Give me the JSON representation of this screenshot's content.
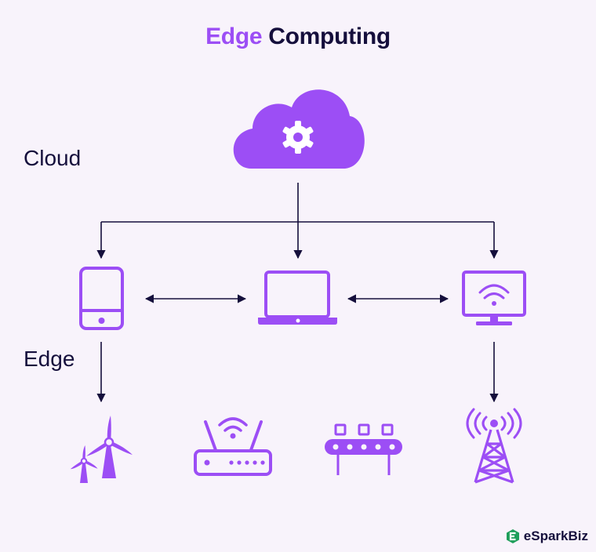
{
  "title": {
    "accent": "Edge",
    "rest": " Computing"
  },
  "labels": {
    "cloud": "Cloud",
    "edge": "Edge"
  },
  "brand": {
    "name": "eSparkBiz"
  },
  "colors": {
    "accent": "#9c4ef5",
    "dark": "#150f3c",
    "background": "#f8f3fb",
    "brand_green": "#1e9e5a"
  },
  "icons": {
    "cloud": "cloud-gear-icon",
    "edge_devices": [
      "tablet-icon",
      "laptop-icon",
      "monitor-wifi-icon"
    ],
    "endpoints": [
      "wind-turbine-icon",
      "wifi-router-icon",
      "conveyor-belt-icon",
      "cell-tower-icon"
    ]
  }
}
